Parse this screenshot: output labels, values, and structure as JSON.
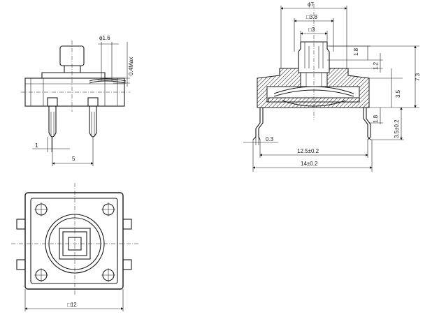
{
  "side_view": {
    "pin_dia": "ϕ1.6",
    "max_offset": "0.4Max",
    "pin_width": "1",
    "pin_spacing": "5"
  },
  "section_view": {
    "cap_dia": "ϕ7",
    "square_outer": "□3.8",
    "square_inner": "□3",
    "h_top": "1.8",
    "h_step": "1.2",
    "total_height": "7.3",
    "body_height": "3.5",
    "lead_height": "1.8",
    "lead_length": "3.5±0.2",
    "lead_thickness": "0.3",
    "inner_width": "12.5±0.2",
    "outer_width": "14±0.2"
  },
  "top_view": {
    "size": "□12"
  }
}
